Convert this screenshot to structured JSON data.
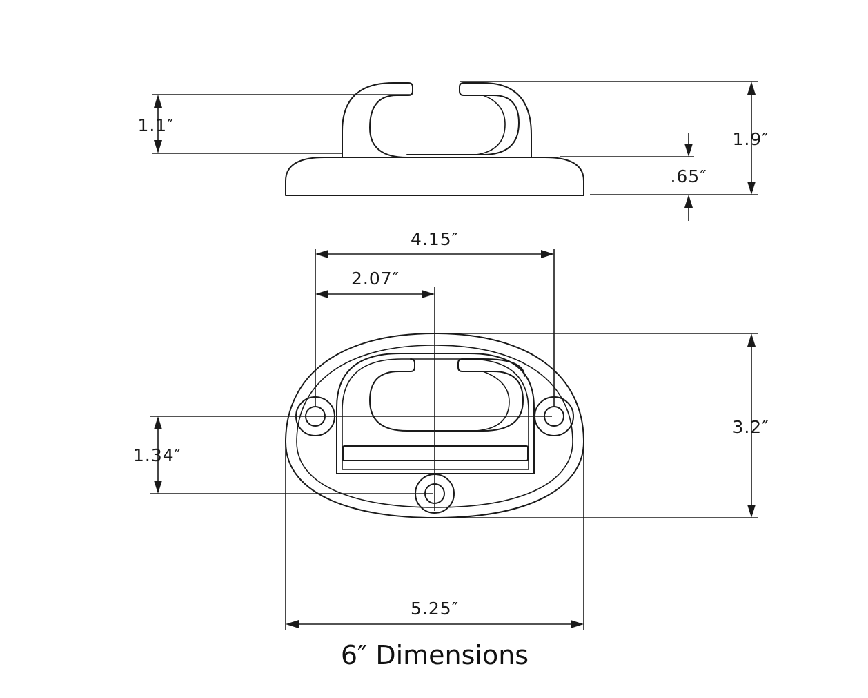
{
  "caption": "6″ Dimensions",
  "dimensions": {
    "inner_loop_height": "1.1″",
    "total_height": "1.9″",
    "base_thickness": ".65″",
    "hole_spacing": "4.15″",
    "half_hole_spacing": "2.07″",
    "plate_depth": "3.2″",
    "hole_offset": "1.34″",
    "plate_width": "5.25″"
  }
}
